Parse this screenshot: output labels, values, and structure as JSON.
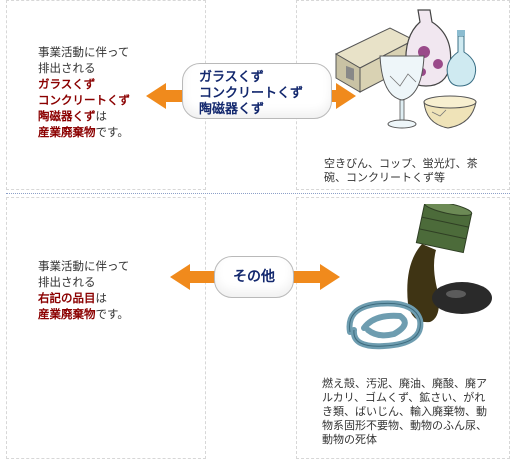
{
  "top": {
    "left_lines": [
      "事業活動に伴って",
      "排出される"
    ],
    "left_highlights": [
      "ガラスくず",
      "コンクリートくず"
    ],
    "left_last_highlight": "陶磁器くず",
    "left_last_suffix": "は",
    "left_waste": "産業廃棄物",
    "left_waste_suffix": "です。",
    "pill_lines": [
      "ガラスくず",
      "コンクリートくず",
      "陶磁器くず"
    ],
    "caption": "空きびん、コップ、蛍光灯、茶碗、コンクリートくず等"
  },
  "bottom": {
    "left_lines": [
      "事業活動に伴って",
      "排出される"
    ],
    "left_highlight": "右記の品目",
    "left_highlight_suffix": "は",
    "left_waste": "産業廃棄物",
    "left_waste_suffix": "です。",
    "pill_label": "その他",
    "caption": "燃え殻、汚泥、廃油、廃酸、廃アルカリ、ゴムくず、鉱さい、がれき類、ばいじん、輸入廃棄物、動物系固形不要物、動物のふん尿、動物の死体"
  },
  "colors": {
    "arrow": "#f08a1c",
    "highlight": "#8b0000",
    "pill_text": "#13286e",
    "divider": "#8da0c8"
  }
}
